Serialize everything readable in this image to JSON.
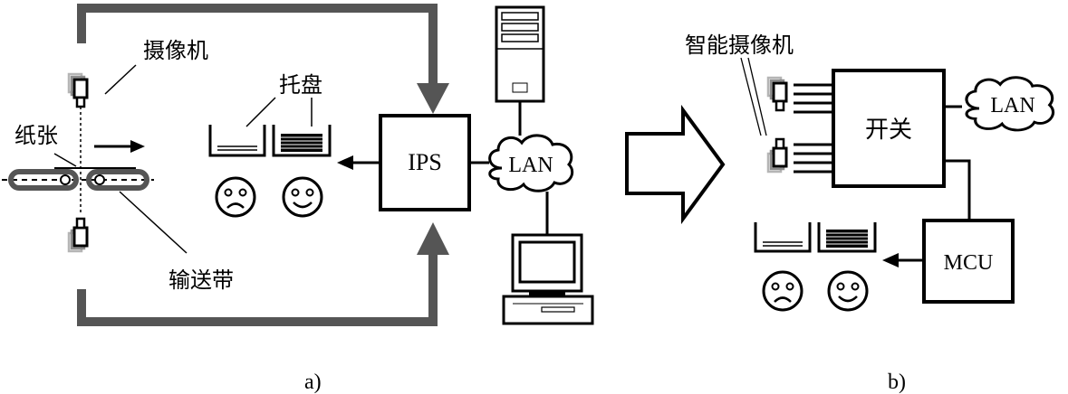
{
  "panel_a": {
    "camera_label": "摄像机",
    "paper_label": "纸张",
    "tray_label": "托盘",
    "belt_label": "输送带",
    "ips_label": "IPS",
    "lan_label": "LAN",
    "caption": "a)"
  },
  "panel_b": {
    "smart_camera_label": "智能摄像机",
    "switch_label": "开关",
    "lan_label": "LAN",
    "mcu_label": "MCU",
    "caption": "b)"
  },
  "colors": {
    "ink": "#000000",
    "pipe_gray": "#555555",
    "light_gray": "#b0b0b0",
    "face_fill": "#ffffff"
  },
  "icons": [
    "camera-icon",
    "server-tower-icon",
    "desktop-computer-icon",
    "cloud-icon",
    "sad-face-icon",
    "happy-face-icon",
    "tray-icon",
    "conveyor-icon",
    "arrow-icon"
  ]
}
